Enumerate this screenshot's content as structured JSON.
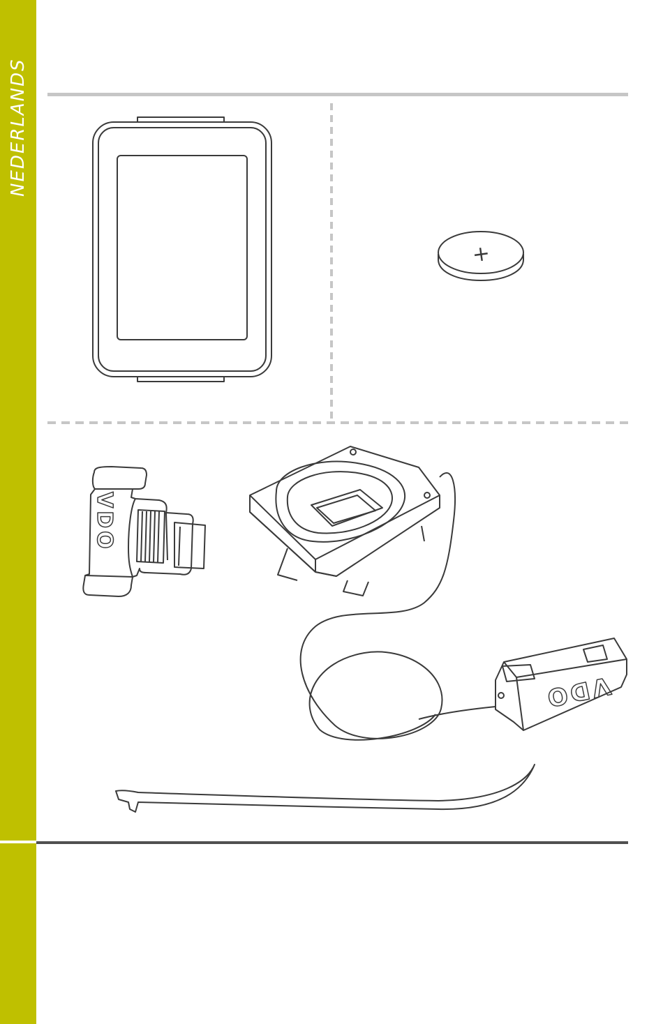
{
  "sidebar": {
    "language_label": "NEDERLANDS",
    "accent_color": "#bfc000"
  },
  "figures": {
    "computer": "device-illustration",
    "battery": "coin-battery-illustration",
    "battery_symbol": "+",
    "sensor": "vdo-sensor-illustration",
    "sensor_logo": "VDO",
    "mount": "handlebar-mount-illustration",
    "transmitter": "vdo-transmitter-illustration",
    "transmitter_logo": "VDO",
    "tie": "cable-tie-illustration"
  }
}
